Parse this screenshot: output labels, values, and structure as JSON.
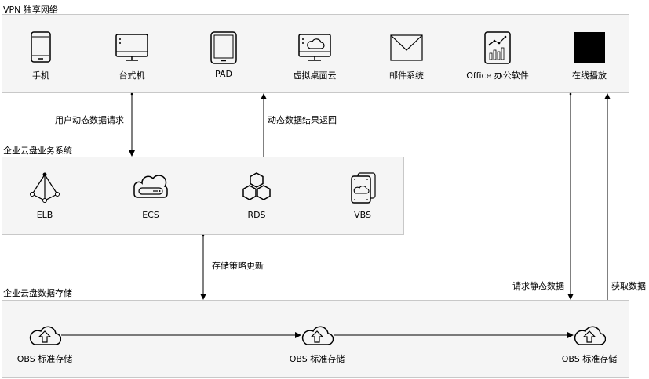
{
  "sections": {
    "vpn": "VPN 独享网络",
    "business": "企业云盘业务系统",
    "storage": "企业云盘数据存储"
  },
  "clients": [
    {
      "label": "手机",
      "icon": "phone-icon"
    },
    {
      "label": "台式机",
      "icon": "desktop-icon"
    },
    {
      "label": "PAD",
      "icon": "tablet-icon"
    },
    {
      "label": "虚拟桌面云",
      "icon": "cloud-desktop-icon"
    },
    {
      "label": "邮件系统",
      "icon": "mail-icon"
    },
    {
      "label": "Office 办公软件",
      "icon": "office-chart-icon"
    },
    {
      "label": "在线播放",
      "icon": "video-player-icon"
    }
  ],
  "services": [
    {
      "label": "ELB",
      "icon": "load-balancer-icon"
    },
    {
      "label": "ECS",
      "icon": "server-icon"
    },
    {
      "label": "RDS",
      "icon": "database-hexagon-icon"
    },
    {
      "label": "VBS",
      "icon": "backup-disk-icon"
    }
  ],
  "storage_nodes": [
    {
      "label": "OBS 标准存储",
      "icon": "cloud-upload-icon"
    },
    {
      "label": "OBS 标准存储",
      "icon": "cloud-upload-icon"
    },
    {
      "label": "OBS 标准存储",
      "icon": "cloud-upload-icon"
    }
  ],
  "flows": {
    "user_request": "用户动态数据请求",
    "result_return": "动态数据结果返回",
    "policy_update": "存储策略更新",
    "static_request": "请求静态数据",
    "fetch_data": "获取数据"
  }
}
